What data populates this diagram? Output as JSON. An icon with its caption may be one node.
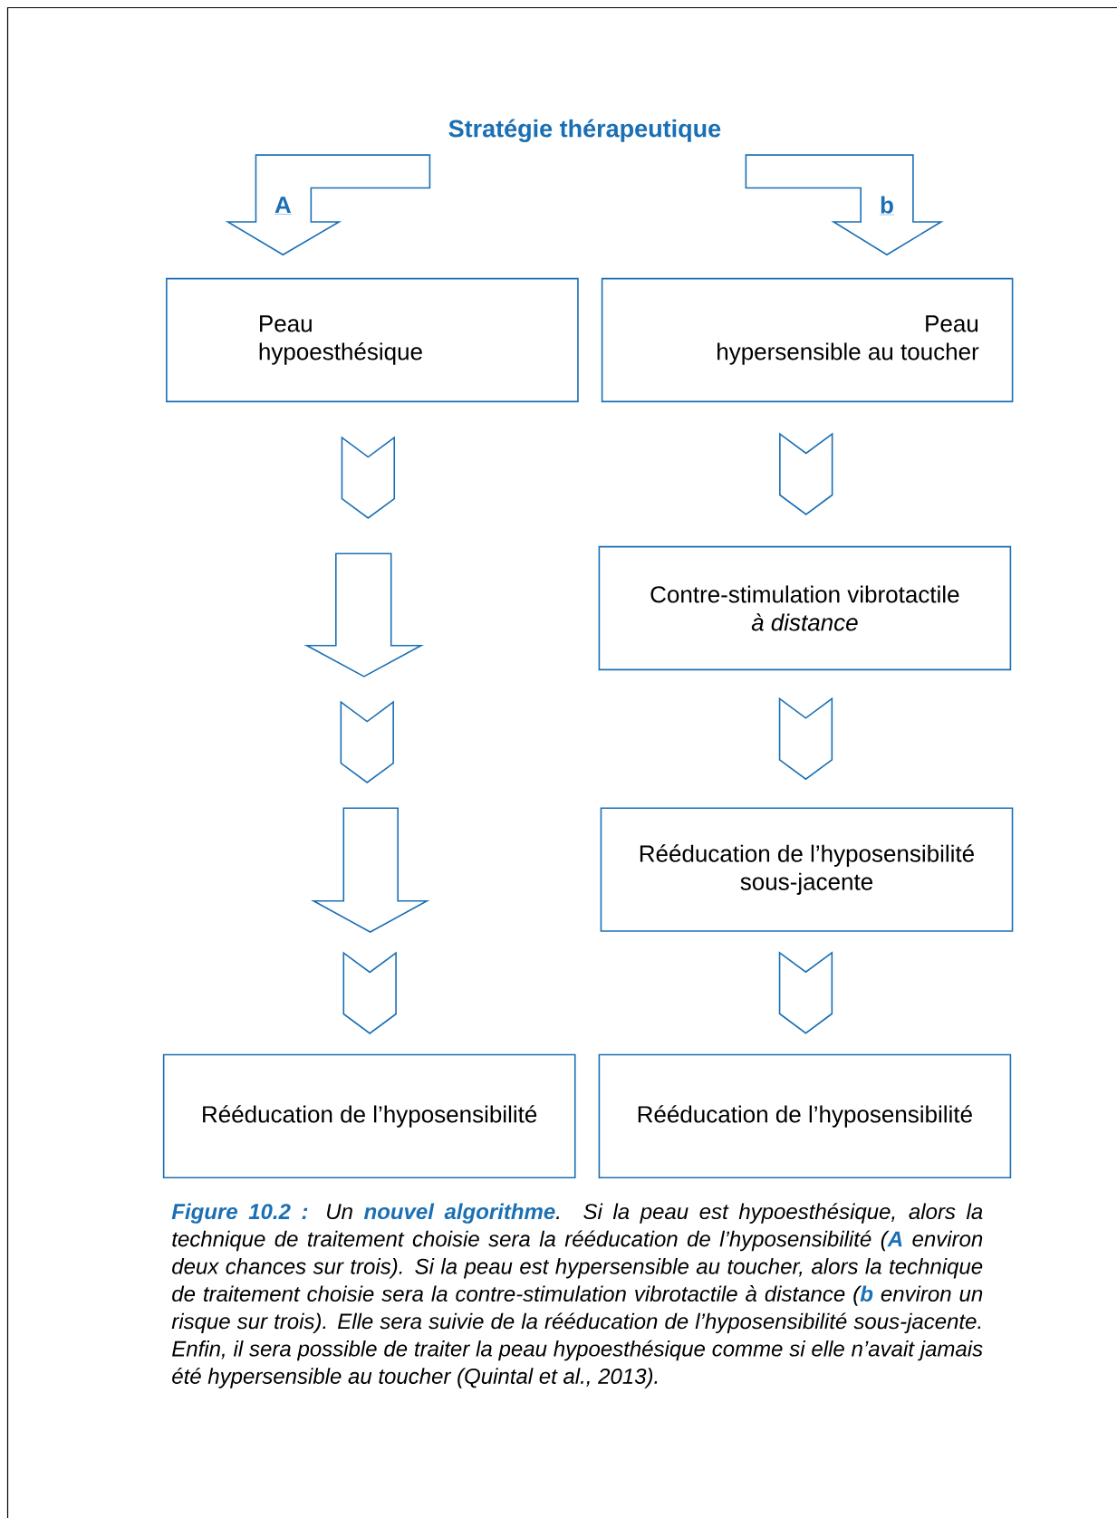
{
  "diagram": {
    "caption": "**Figure 10.2 :** Un **nouvel algorithme**. Si la peau est hypoesthésique, alors la technique de traitement choisie sera la rééducation de l’hyposensibilité (**A** environ deux chances sur trois). Si la peau est hypersensible au toucher, alors la technique de traitement choisie sera la contre-stimulation vibrotactile à distance (**b** environ un risque sur trois). Elle sera suivie de la rééducation de l’hyposensibilité sous-jacente. Enfin, il sera possible de traiter la peau hypoesthésique comme si elle n’avait jamais été hypersensible au toucher (Quintal et al., 2013).",
    "nodes": [
      {
        "text": [
          "Stratégie thérapeutique"
        ]
      },
      {
        "text": [
          "Peau hypoesthésique"
        ]
      },
      {
        "text": [
          "Peau hypersensible au toucher"
        ]
      },
      {
        "text": [],
        "shape": "arrow"
      },
      {
        "text": [
          "Contre-stimulation vibrotactile *à distance*"
        ]
      },
      {
        "text": [],
        "shape": "arrow"
      },
      {
        "text": [
          "Rééducation de l’hyposensibilité sous-jacente"
        ]
      },
      {
        "text": [
          "Rééducation de l’hyposensibilité"
        ]
      },
      {
        "text": [
          "Rééducation de l’hyposensibilité"
        ]
      }
    ],
    "edges": [
      {
        "from": 0,
        "to": 1,
        "arrow": "to",
        "label": "A"
      },
      {
        "from": 0,
        "to": 2,
        "arrow": "to",
        "label": "b"
      },
      {
        "from": 1,
        "to": 3,
        "arrow": "to"
      },
      {
        "from": 3,
        "to": 5,
        "arrow": "to"
      },
      {
        "from": 5,
        "to": 7,
        "arrow": "to"
      },
      {
        "from": 2,
        "to": 4,
        "arrow": "to"
      },
      {
        "from": 4,
        "to": 6,
        "arrow": "to"
      },
      {
        "from": 6,
        "to": 8,
        "arrow": "to"
      }
    ]
  }
}
